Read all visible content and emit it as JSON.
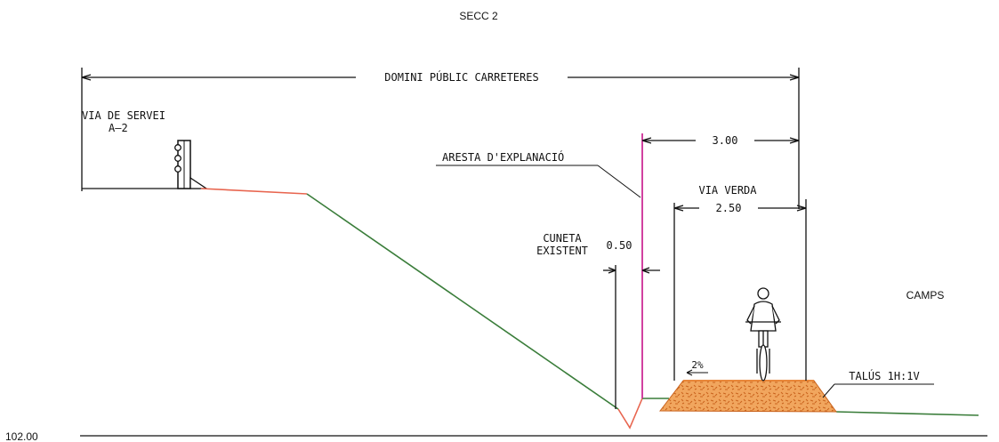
{
  "title": "SECC 2",
  "labels": {
    "domini": "DOMINI PÚBLIC CARRETERES",
    "via_servei_line1": "VIA DE SERVEI",
    "via_servei_line2": "A–2",
    "aresta": "ARESTA D'EXPLANACIÓ",
    "dim_300": "3.00",
    "via_verda": "VIA VERDA",
    "dim_250": "2.50",
    "cuneta_line1": "CUNETA",
    "cuneta_line2": "EXISTENT",
    "dim_050": "0.50",
    "camps": "CAMPS",
    "slope": "2%",
    "talus": "TALÚS 1H:1V",
    "elevation": "102.00"
  },
  "colors": {
    "line": "#111111",
    "embankment_red": "#e8654f",
    "ground_green": "#3a7d3a",
    "aresta_magenta": "#cc2c96",
    "fill_orange": "#e8873a",
    "fill_light": "#f6c08a"
  },
  "icons": {
    "traffic_signal": "traffic-signal-icon",
    "cyclist": "cyclist-icon"
  }
}
